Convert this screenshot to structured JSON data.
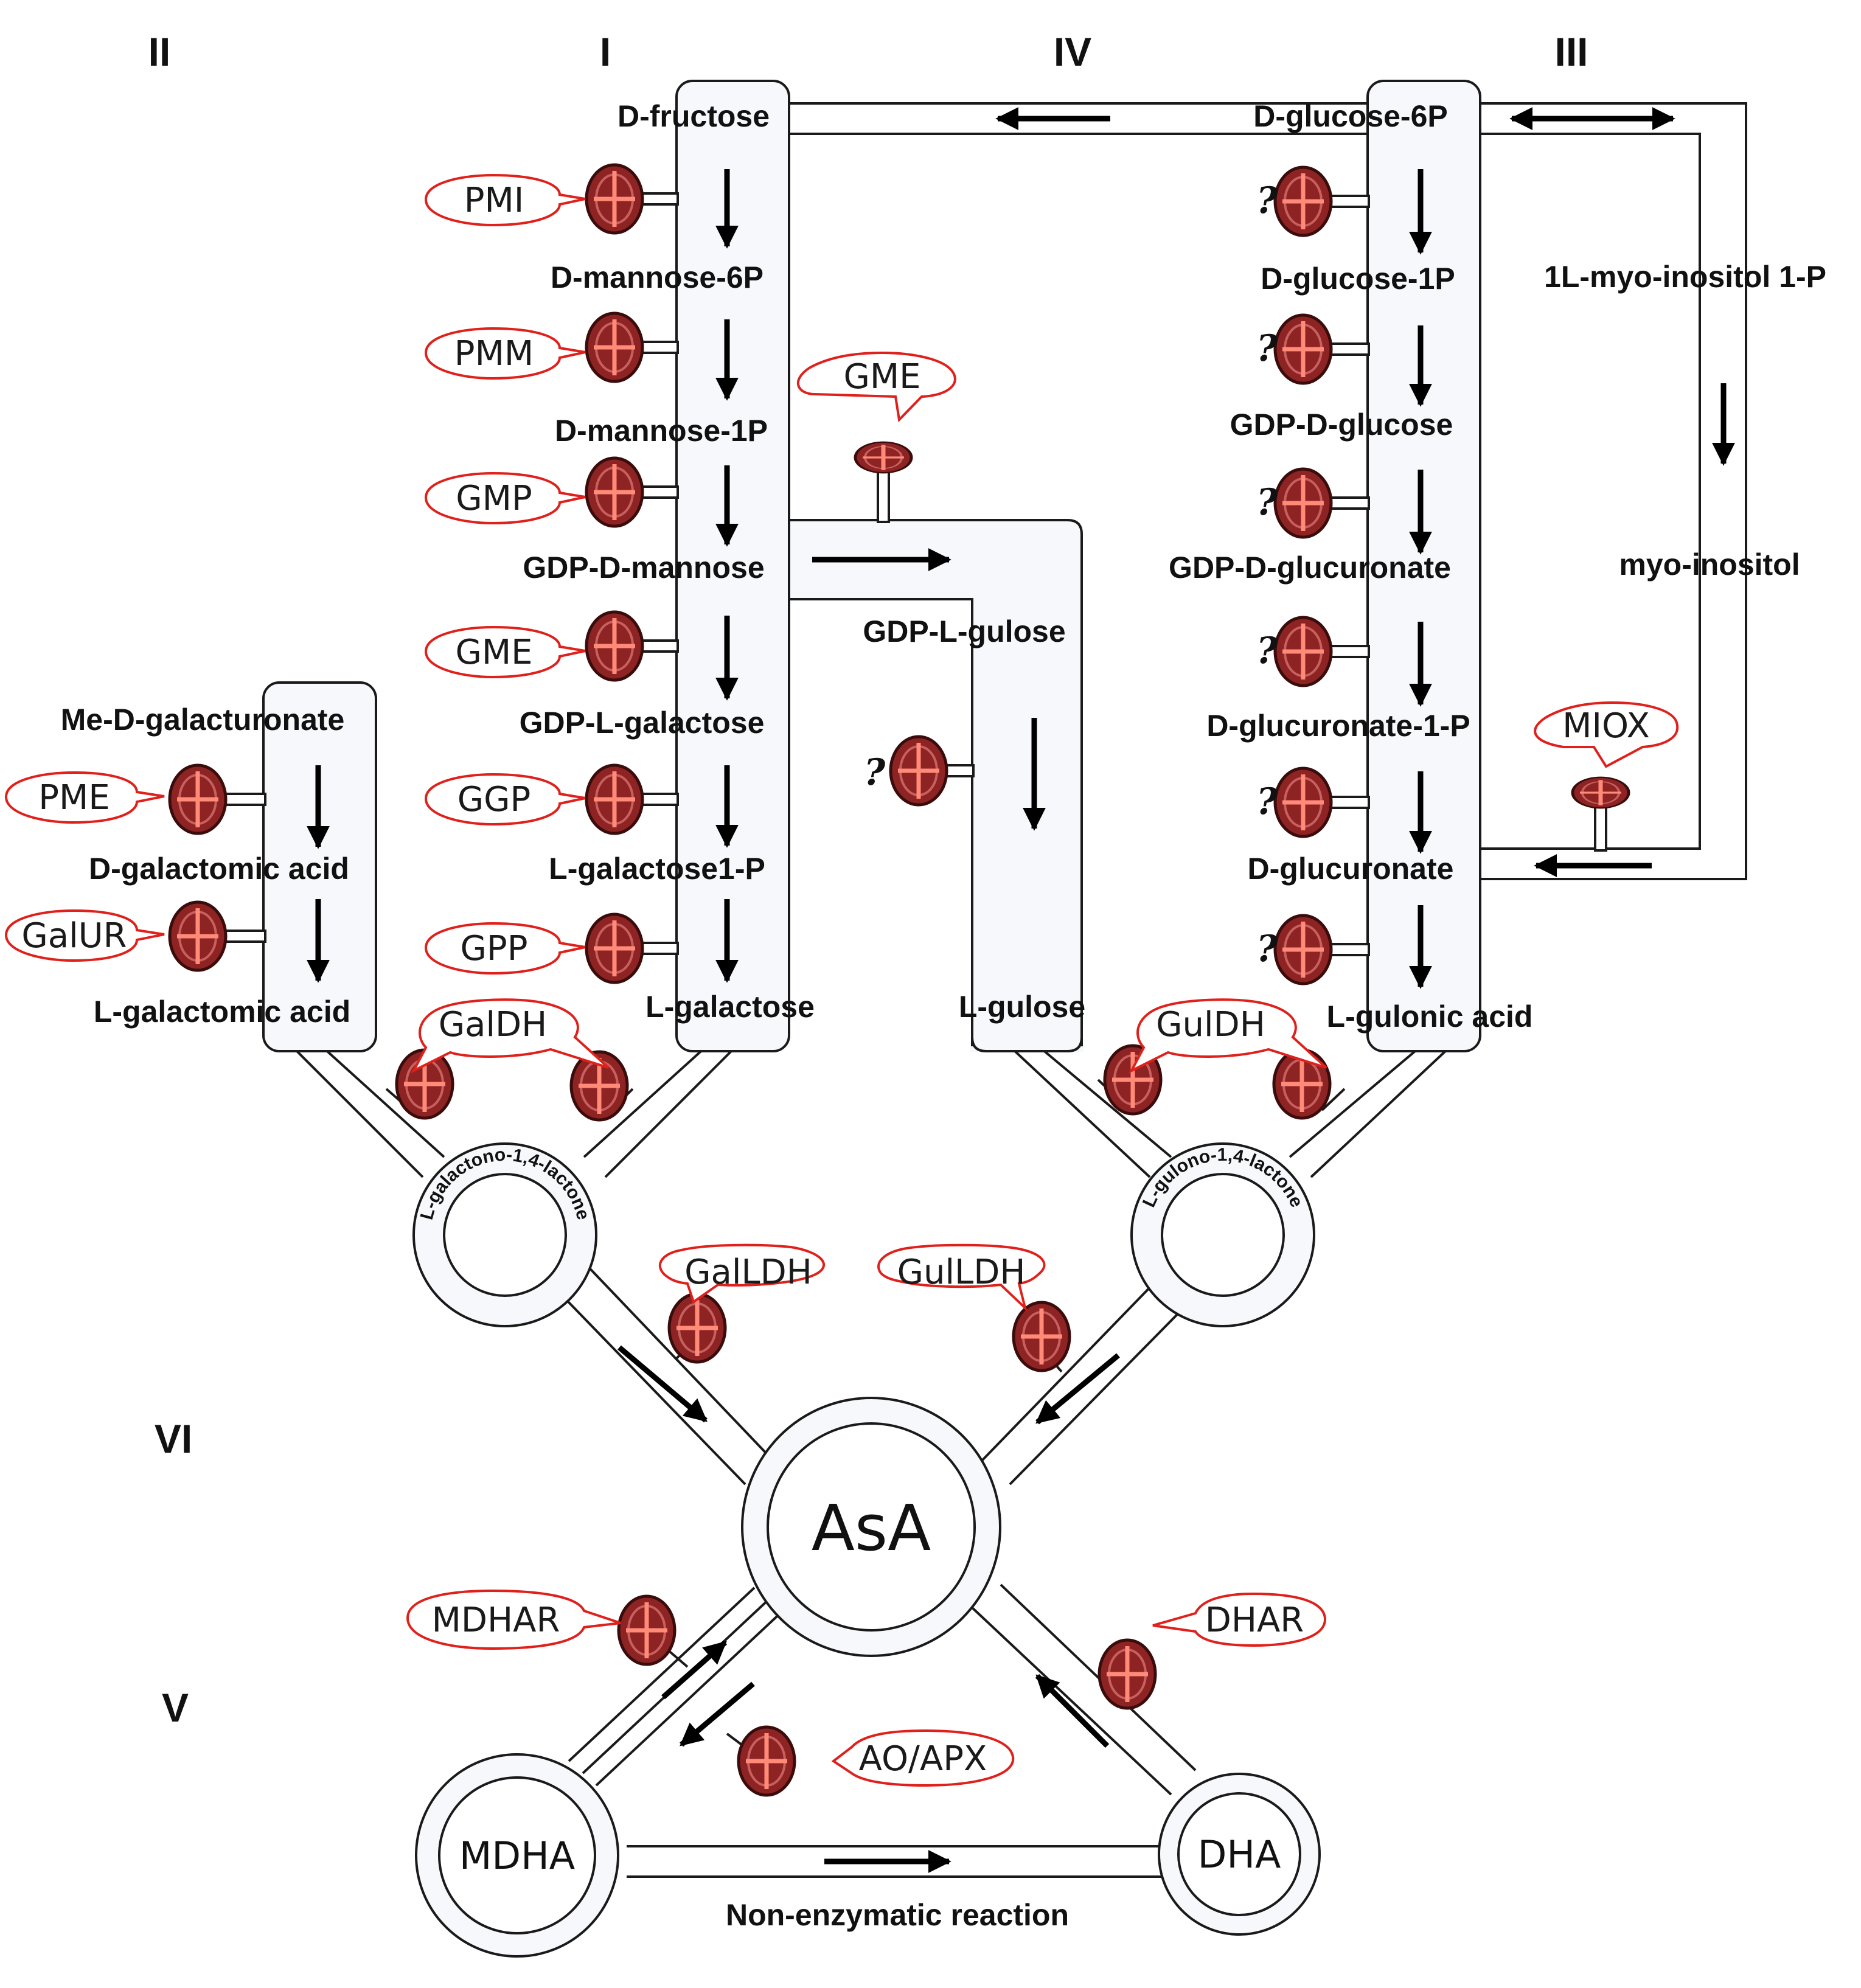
{
  "pathway_labels": [
    "II",
    "I",
    "IV",
    "III",
    "VI",
    "V"
  ],
  "metabolites": {
    "d_fructose": "D-fructose",
    "d_mannose_6p": "D-mannose-6P",
    "d_mannose_1p": "D-mannose-1P",
    "gdp_d_mannose": "GDP-D-mannose",
    "gdp_l_galactose": "GDP-L-galactose",
    "l_galactose_1p": "L-galactose1-P",
    "l_galactose": "L-galactose",
    "me_d_galacturonate": "Me-D-galacturonate",
    "d_galactomic_acid": "D-galactomic acid",
    "l_galactomic_acid": "L-galactomic acid",
    "gdp_l_gulose": "GDP-L-gulose",
    "l_gulose": "L-gulose",
    "d_glucose_6p": "D-glucose-6P",
    "d_glucose_1p": "D-glucose-1P",
    "gdp_d_glucose": "GDP-D-glucose",
    "gdp_d_glucuronate": "GDP-D-glucuronate",
    "d_glucuronate_1p": "D-glucuronate-1-P",
    "d_glucuronate": "D-glucuronate",
    "l_gulonic_acid": "L-gulonic acid",
    "myo_inositol_1p": "1L-myo-inositol 1-P",
    "myo_inositol": "myo-inositol"
  },
  "lactones": {
    "galactono": "L-galactono-1,4-lactone",
    "gulono": "L-gulono-1,4-lactone"
  },
  "nodes": {
    "asa": "AsA",
    "mdha": "MDHA",
    "dha": "DHA"
  },
  "enzymes": {
    "pmi": "PMI",
    "pmm": "PMM",
    "gmp": "GMP",
    "gme_left": "GME",
    "ggp": "GGP",
    "gpp": "GPP",
    "gme_top": "GME",
    "pme": "PME",
    "galur": "GalUR",
    "galdh": "GalDH",
    "guldh": "GulDH",
    "galldh": "GalLDH",
    "gulldh": "GulLDH",
    "miox": "MIOX",
    "mdhar": "MDHAR",
    "ao_apx": "AO/APX",
    "dhar": "DHAR"
  },
  "unknown_enzyme_marker": "?",
  "reaction_label": "Non-enzymatic reaction",
  "colors": {
    "valve": "#8e2323",
    "bubble_outline": "#e0201b",
    "pipe_outline": "#1a1a1a"
  }
}
